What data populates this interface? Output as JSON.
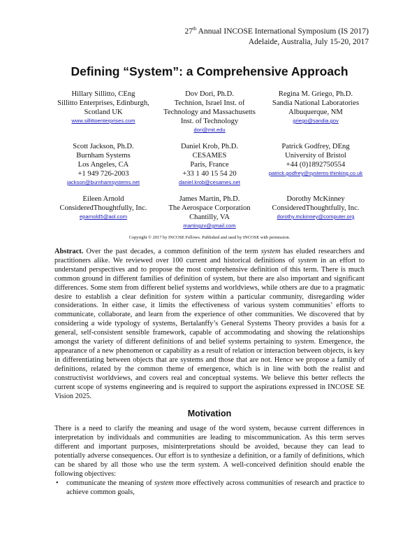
{
  "header": {
    "ordinal": "27",
    "ordinal_suffix": "th",
    "line1_rest": " Annual INCOSE International Symposium (IS 2017)",
    "line2": "Adelaide, Australia, July 15-20, 2017"
  },
  "title": "Defining “System”: a Comprehensive Approach",
  "authors": [
    {
      "lines": [
        "Hillary Sillitto, CEng",
        "Sillitto Enterprises, Edinburgh,",
        "Scotland UK"
      ],
      "email": "www.sillittoenterprises.com"
    },
    {
      "lines": [
        "Dov Dori, Ph.D.",
        "Technion, Israel Inst. of",
        "Technology and Massachusetts",
        "Inst. of Technology"
      ],
      "email": "dori@mit.edu"
    },
    {
      "lines": [
        "Regina M. Griego, Ph.D.",
        "Sandia National Laboratories",
        "Albuquerque, NM"
      ],
      "email": "griego@sandia.gov"
    },
    {
      "lines": [
        "Scott Jackson, Ph.D.",
        "Burnham Systems",
        "Los Angeles, CA",
        "+1 949 726-2003"
      ],
      "email": "jackson@burnhamsystems.net"
    },
    {
      "lines": [
        "Daniel Krob, Ph.D.",
        "CESAMES",
        "Paris, France",
        "+33 1 40 15 54 20"
      ],
      "email": "daniel.krob@cesames.net"
    },
    {
      "lines": [
        "Patrick Godfrey, DEng",
        "University of Bristol",
        "+44 (0)1892750554"
      ],
      "email": "patrick.godfrey@systems-thinking.co.uk"
    },
    {
      "lines": [
        "Eileen Arnold",
        "ConsideredThoughtfully, Inc."
      ],
      "email": "eparnold5@aol.com"
    },
    {
      "lines": [
        "James Martin, Ph.D.",
        "The Aerospace Corporation",
        "Chantilly, VA"
      ],
      "email": "martingzx@gmail.com"
    },
    {
      "lines": [
        "Dorothy McKinney",
        "ConsideredThoughtfully, Inc."
      ],
      "email": "dorothy.mckinney@computer.org"
    }
  ],
  "copyright": "Copyright © 2017 by INCOSE Fellows. Published and used by INCOSE with permission.",
  "abstract": {
    "label": "Abstract.",
    "segments": [
      {
        "t": " Over the past decades, a common definition of the term "
      },
      {
        "t": "system",
        "i": true
      },
      {
        "t": " has eluded researchers and practitioners alike. We reviewed over 100 current and historical definitions of "
      },
      {
        "t": "system",
        "i": true
      },
      {
        "t": " in an effort to understand perspectives and to propose the most comprehensive definition of this term. There is much common ground in different families of definition of system, but there are also important and significant differences. Some stem from different belief systems and worldviews, while others are due to a pragmatic desire to establish a clear definition for "
      },
      {
        "t": "system",
        "i": true
      },
      {
        "t": " within a particular community, disregarding wider considerations. In either case, it limits the effectiveness of various system communities’ efforts to communicate, collaborate, and learn from the experience of other communities. We discovered that by considering a wide typology of systems, Bertalanffy’s General Systems Theory provides a basis for a general, self-consistent sensible framework, capable of accommodating and showing the relationships amongst the variety of different definitions of and belief systems pertaining to "
      },
      {
        "t": "system",
        "i": true
      },
      {
        "t": ". Emergence, the appearance of a new phenomenon or capability as a result of relation or interaction between objects, is key in differentiating between objects that are systems and those that are not. Hence we propose a family of definitions, related by the common theme of emergence, which is in line with both the realist and constructivist worldviews, and covers real and conceptual systems. We believe this better reflects the current scope of systems engineering and is required to support the aspirations expressed in INCOSE SE Vision 2025."
      }
    ]
  },
  "motivation": {
    "heading": "Motivation",
    "paragraph": "There is a need to clarify the meaning and usage of the word system, because current differences in interpretation by individuals and communities are leading to miscommunication. As this term serves different and important purposes, misinterpretations should be avoided, because they can lead to potentially adverse consequences. Our effort is to synthesize a definition, or a family of definitions, which can be shared by all those who use the term system. A well-conceived definition should enable the following objectives:",
    "bullet_symbol": "•",
    "bullets": [
      [
        {
          "t": "communicate the meaning of "
        },
        {
          "t": "system",
          "i": true
        },
        {
          "t": " more effectively across communities of research and practice to achieve common goals,"
        }
      ]
    ]
  }
}
